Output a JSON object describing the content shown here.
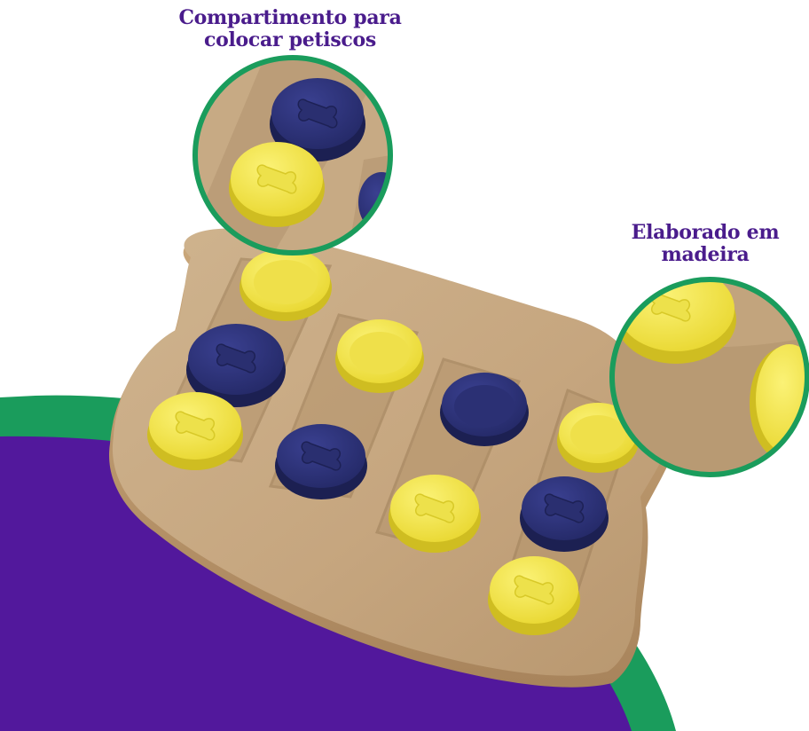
{
  "callouts": {
    "treat_compartment": {
      "line1": "Compartimento para",
      "line2": "colocar petiscos"
    },
    "wood_material": {
      "line1": "Elaborado em",
      "line2": "madeira"
    }
  },
  "colors": {
    "label_text": "#4a1c8c",
    "background_purple": "#52189c",
    "accent_green": "#1a9c5c",
    "wood": "#c9ab86",
    "lid_yellow": "#f2e443",
    "lid_navy": "#2c3178",
    "background": "#ffffff"
  },
  "icons": {
    "lid_emblem": "bone-icon"
  }
}
